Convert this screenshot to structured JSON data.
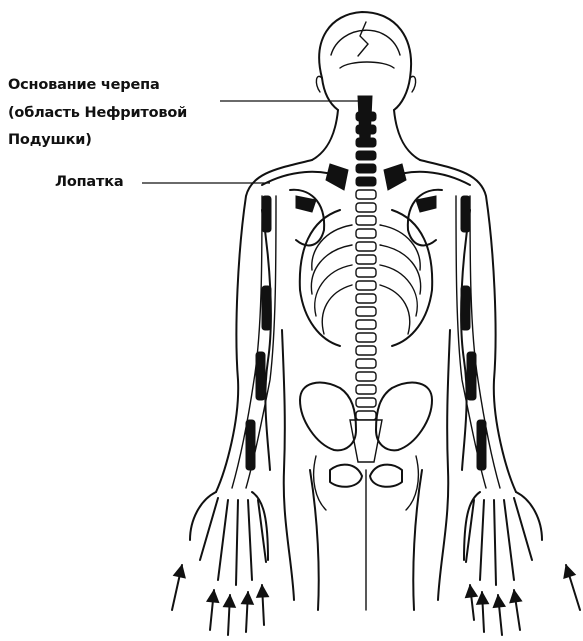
{
  "labels": {
    "skull_base_line1": "Основание черепа",
    "skull_base_line2": "(область Нефритовой",
    "skull_base_line3": "Подушки)",
    "scapula": "Лопатка"
  }
}
